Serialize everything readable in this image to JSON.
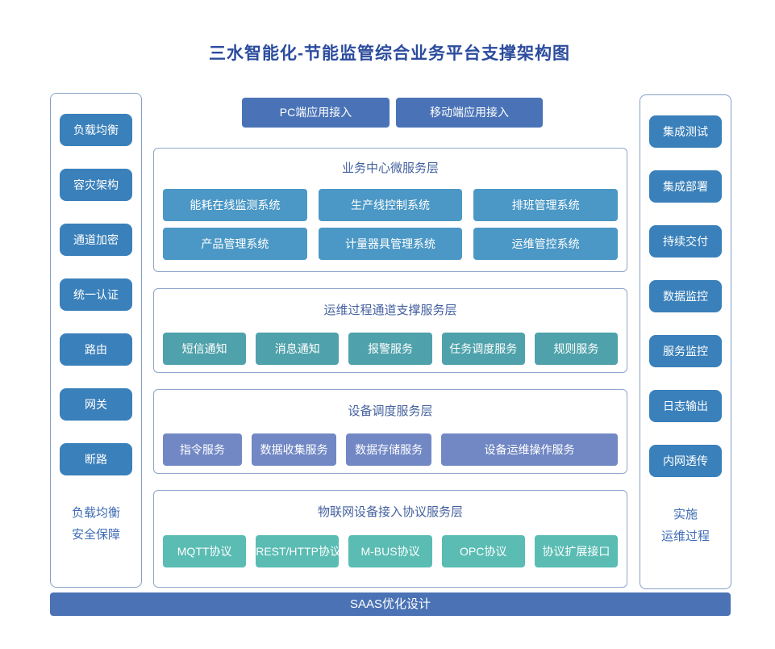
{
  "title": "三水智能化-节能监管综合业务平台支撑架构图",
  "colors": {
    "title_text": "#2b4b9d",
    "layer_title_text": "#44619f",
    "panel_border": "#84a0c8",
    "layer_border": "#90a6cb",
    "sidebar_button": "#3a80ba",
    "top_button": "#4a73b7",
    "layer1_item": "#4b98c6",
    "layer2_item": "#4fa2ab",
    "layer3_item": "#7288c4",
    "layer4_item": "#5abcb3",
    "bottom_bar": "#4a72b4",
    "panel_footer_text": "#3f6cb5"
  },
  "top_buttons": {
    "pc": "PC端应用接入",
    "mobile": "移动端应用接入"
  },
  "left_sidebar": {
    "items": [
      "负载均衡",
      "容灾架构",
      "通道加密",
      "统一认证",
      "路由",
      "网关",
      "断路"
    ],
    "footer_line1": "负载均衡",
    "footer_line2": "安全保障"
  },
  "right_sidebar": {
    "items": [
      "集成测试",
      "集成部署",
      "持续交付",
      "数据监控",
      "服务监控",
      "日志输出",
      "内网透传"
    ],
    "footer_line1": "实施",
    "footer_line2": "运维过程"
  },
  "layers": [
    {
      "title": "业务中心微服务层",
      "items": [
        "能耗在线监测系统",
        "生产线控制系统",
        "排班管理系统",
        "产品管理系统",
        "计量器具管理系统",
        "运维管控系统"
      ]
    },
    {
      "title": "运维过程通道支撑服务层",
      "items": [
        "短信通知",
        "消息通知",
        "报警服务",
        "任务调度服务",
        "规则服务"
      ]
    },
    {
      "title": "设备调度服务层",
      "items": [
        "指令服务",
        "数据收集服务",
        "数据存储服务",
        "设备运维操作服务"
      ]
    },
    {
      "title": "物联网设备接入协议服务层",
      "items": [
        "MQTT协议",
        "REST/HTTP协议",
        "M-BUS协议",
        "OPC协议",
        "协议扩展接口"
      ]
    }
  ],
  "bottom_bar": {
    "label": "SAAS优化设计"
  }
}
